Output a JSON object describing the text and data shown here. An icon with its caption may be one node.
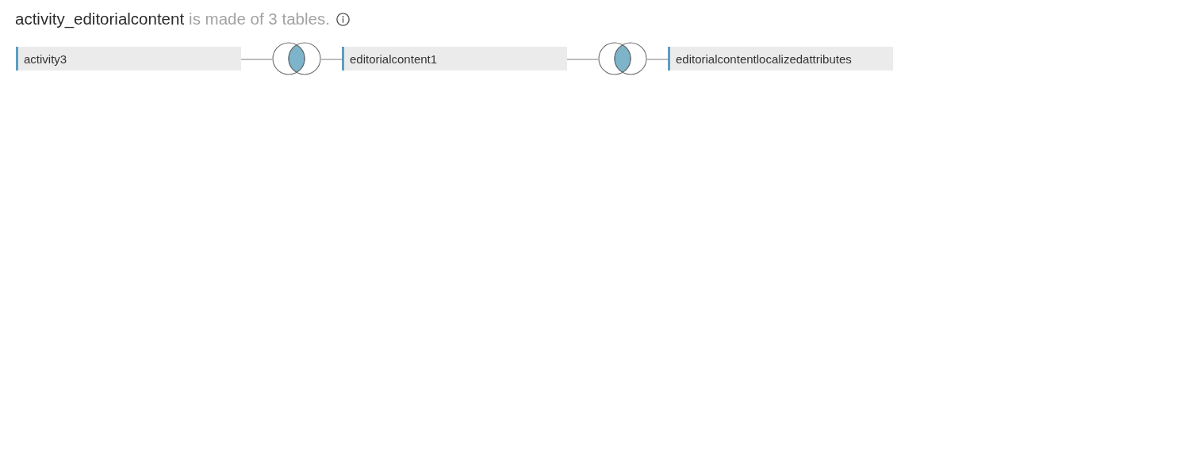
{
  "diagram": {
    "title": "activity_editorialcontent",
    "nodes": [
      {
        "text": [
          "activity3"
        ]
      },
      {
        "text": [],
        "shape": "venn"
      },
      {
        "text": [
          "editorialcontent1"
        ]
      },
      {
        "text": [],
        "shape": "venn"
      },
      {
        "text": [
          "editorialcontentlocalizedattributes"
        ]
      }
    ],
    "edges": [
      {
        "from": 0,
        "to": 1,
        "arrow": "none"
      },
      {
        "from": 1,
        "to": 2,
        "arrow": "none"
      },
      {
        "from": 2,
        "to": 3,
        "arrow": "none"
      },
      {
        "from": 3,
        "to": 4,
        "arrow": "none"
      }
    ],
    "labels": [
      "is made of 3 tables."
    ]
  }
}
